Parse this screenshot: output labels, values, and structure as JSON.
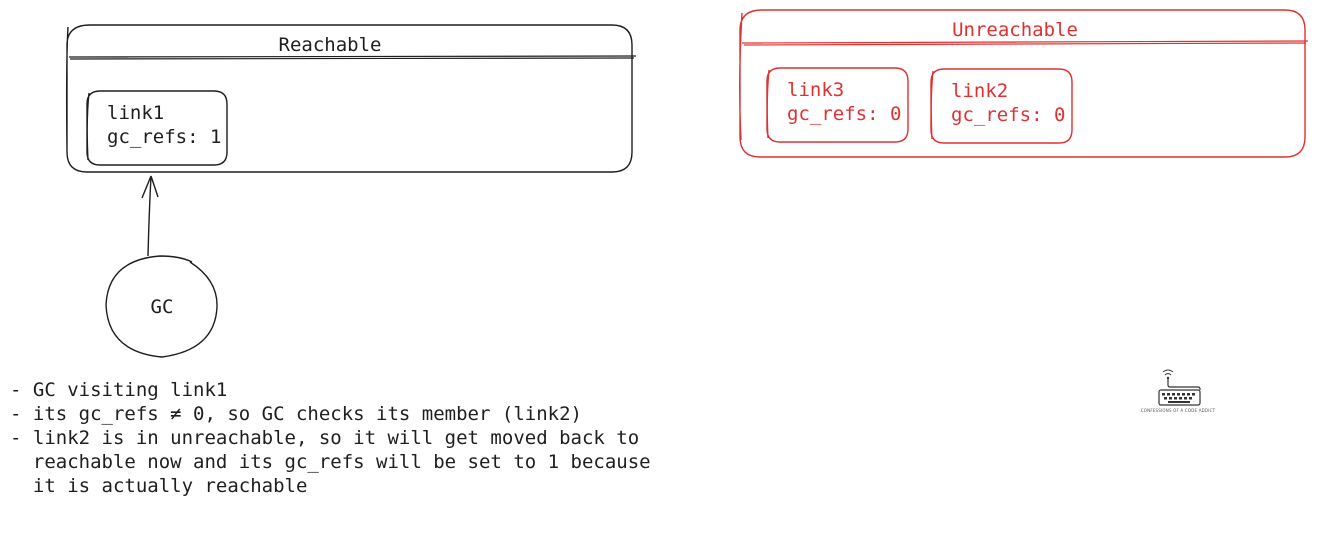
{
  "colors": {
    "ink": "#1e1e1e",
    "alert": "#e03131"
  },
  "reachable": {
    "title": "Reachable",
    "node": {
      "name": "link1",
      "refs": "gc_refs: 1"
    }
  },
  "unreachable": {
    "title": "Unreachable",
    "nodes": [
      {
        "name": "link3",
        "refs": "gc_refs: 0"
      },
      {
        "name": "link2",
        "refs": "gc_refs: 0"
      }
    ]
  },
  "gc": {
    "label": "GC"
  },
  "notes": [
    "- GC visiting link1",
    "- its gc_refs ≠ 0, so GC checks its member (link2)",
    "- link2 is in unreachable, so it will get moved back to",
    "  reachable now and its gc_refs will be set to 1 because",
    "  it is actually reachable"
  ],
  "logo": {
    "icon": "keyboard-antenna-icon",
    "caption": "CONFESSIONS OF A CODE ADDICT"
  }
}
